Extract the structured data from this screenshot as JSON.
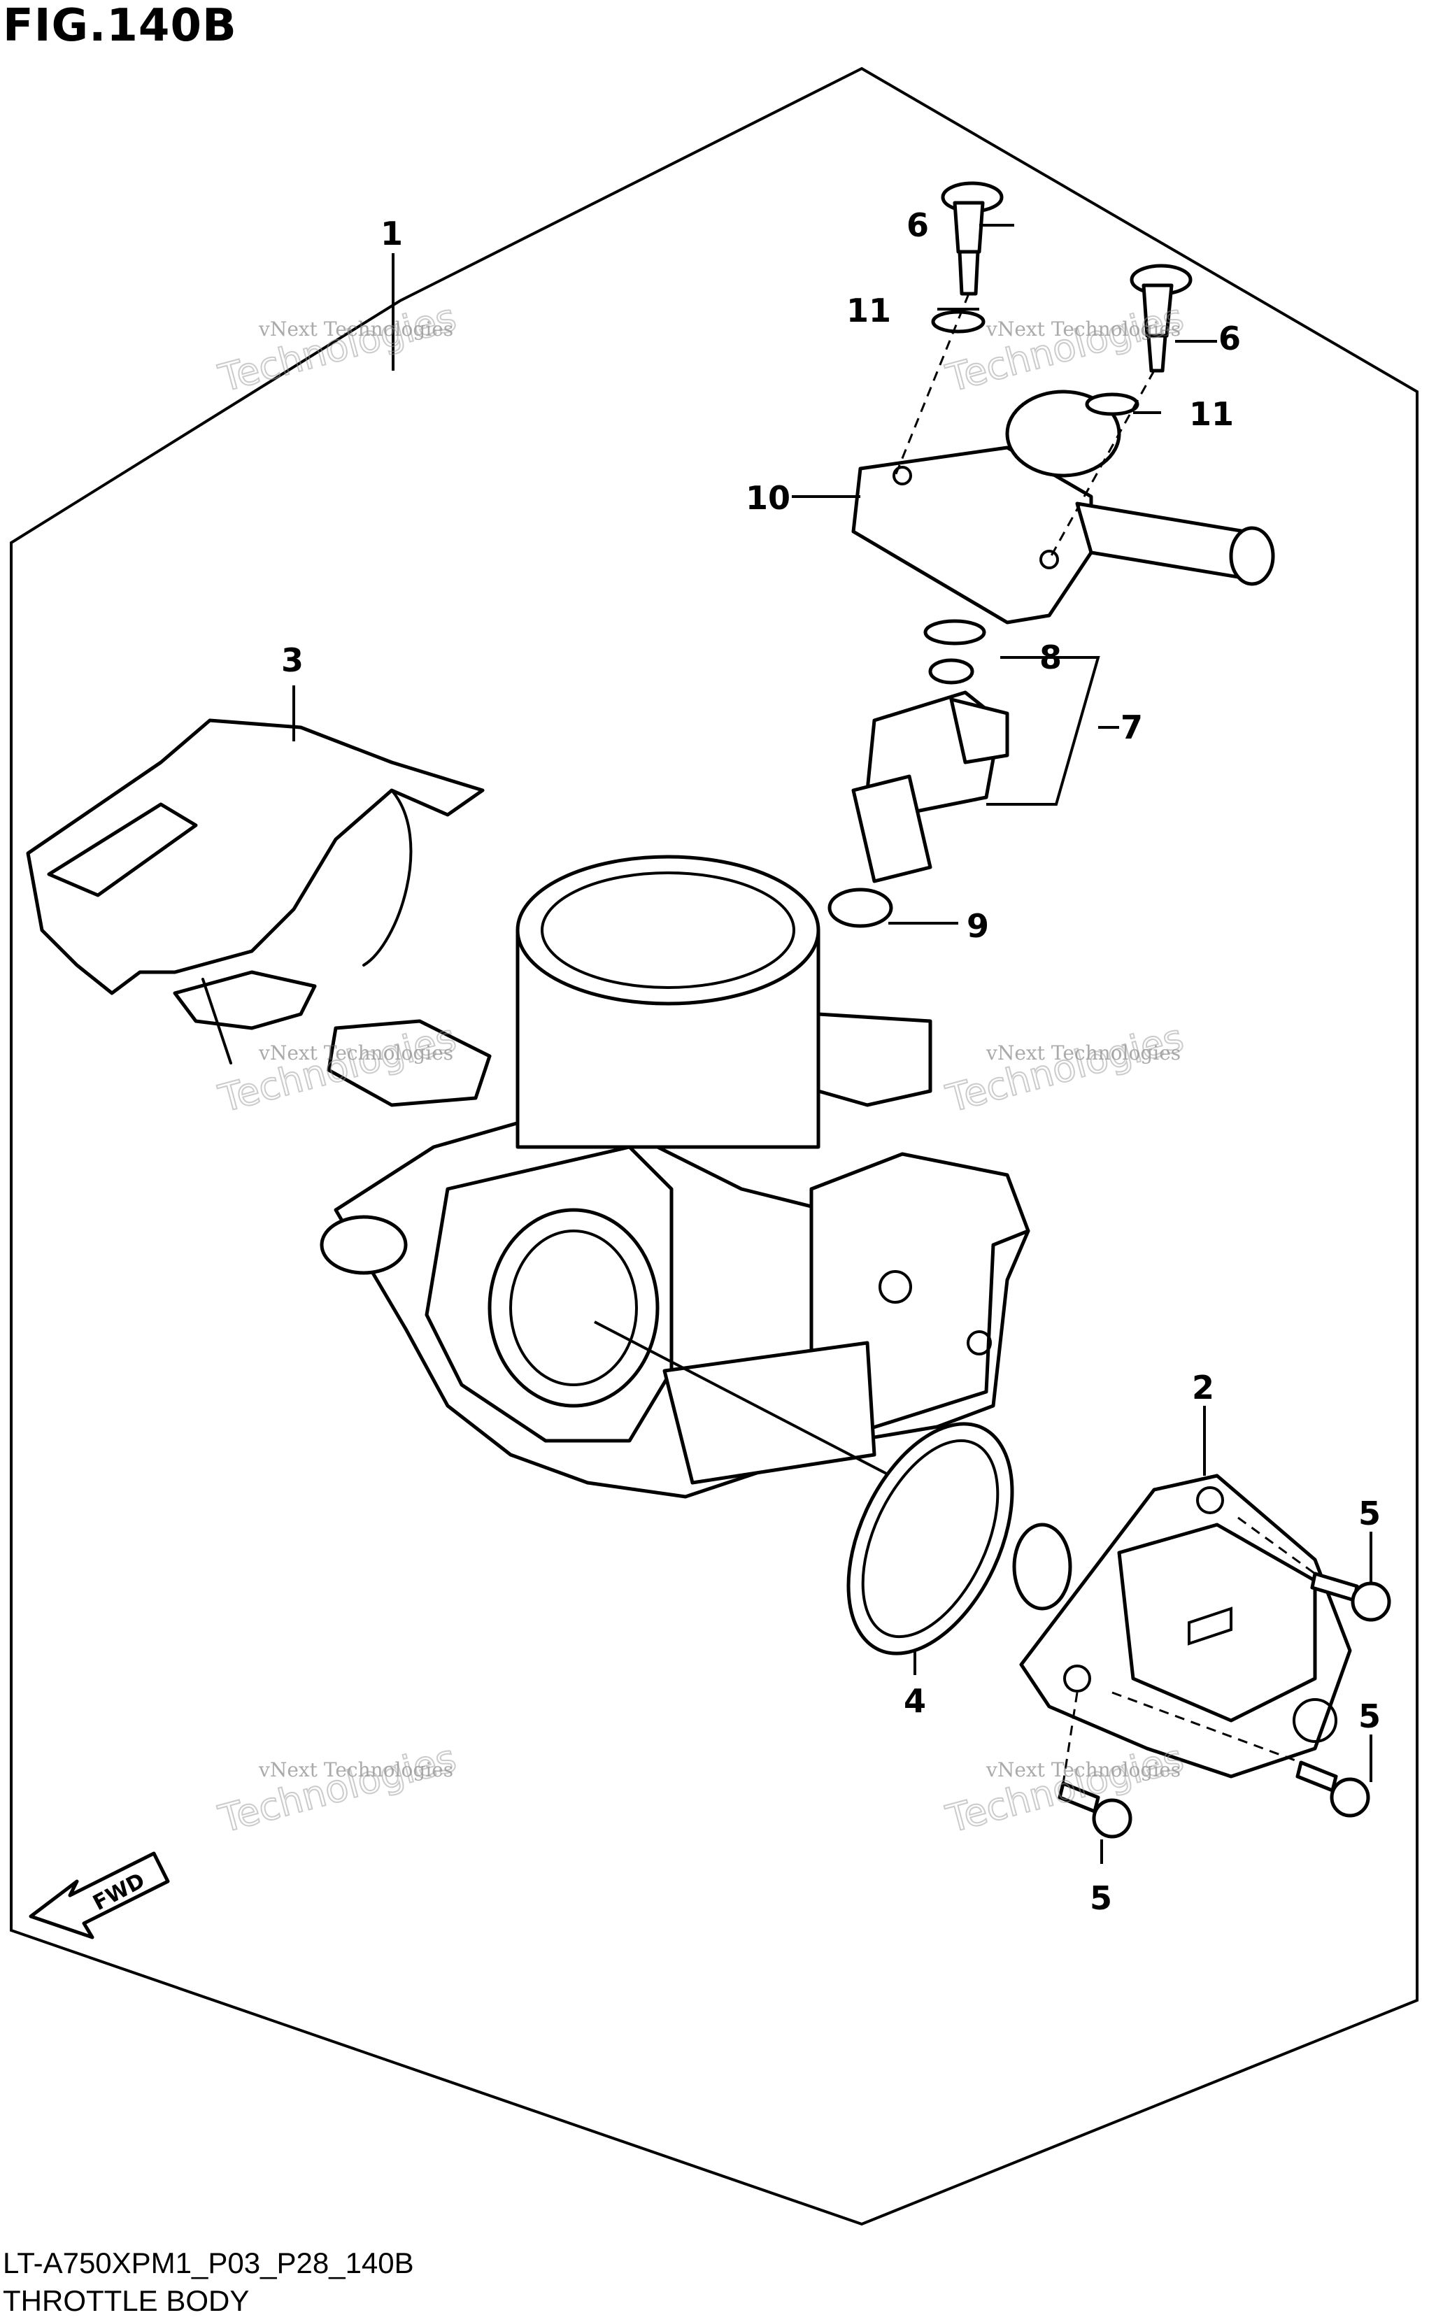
{
  "figure": {
    "title": "FIG.140B",
    "code": "LT-A750XPM1_P03_P28_140B",
    "caption": "THROTTLE BODY"
  },
  "callouts": {
    "c1": "1",
    "c2": "2",
    "c3": "3",
    "c4": "4",
    "c5a": "5",
    "c5b": "5",
    "c5c": "5",
    "c6a": "6",
    "c6b": "6",
    "c7": "7",
    "c8": "8",
    "c9": "9",
    "c10": "10",
    "c11a": "11",
    "c11b": "11"
  },
  "fwd_label": "FWD",
  "watermarks": {
    "line1": "vNext Technologies",
    "line2": "vNext",
    "line3": "Technologies"
  }
}
